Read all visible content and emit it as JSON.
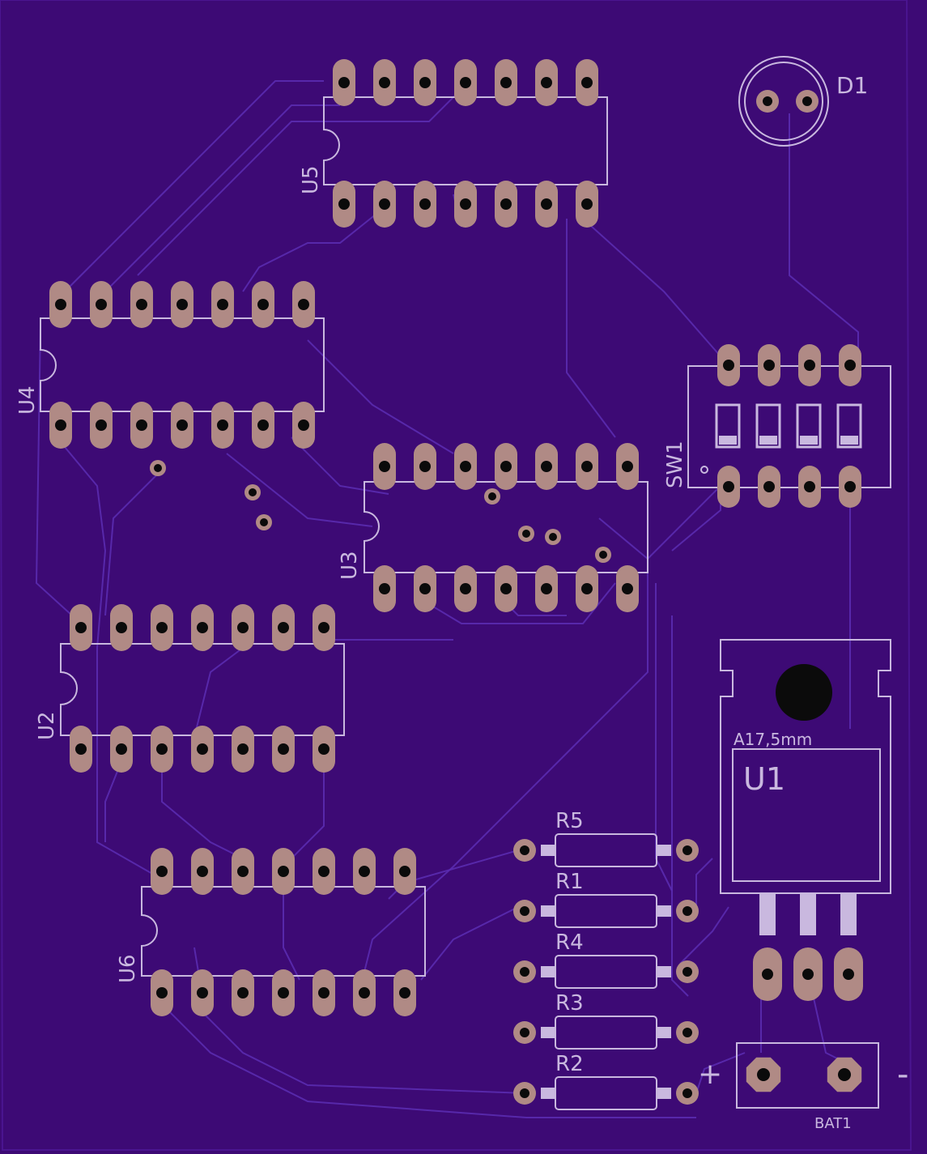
{
  "colors": {
    "board": "#3d0a75",
    "silkscreen": "#c9b8df",
    "copper_pad": "#b08a85",
    "drill_hole": "#0b0b0b",
    "trace": "#5a2bb0"
  },
  "components": {
    "U1": "U1",
    "U1_note": "A17,5mm",
    "U2": "U2",
    "U3": "U3",
    "U4": "U4",
    "U5": "U5",
    "U6": "U6",
    "D1": "D1",
    "SW1": "SW1",
    "BAT1": "BAT1",
    "R1": "R1",
    "R2": "R2",
    "R3": "R3",
    "R4": "R4",
    "R5": "R5",
    "battery_plus": "+",
    "battery_minus": "-"
  }
}
